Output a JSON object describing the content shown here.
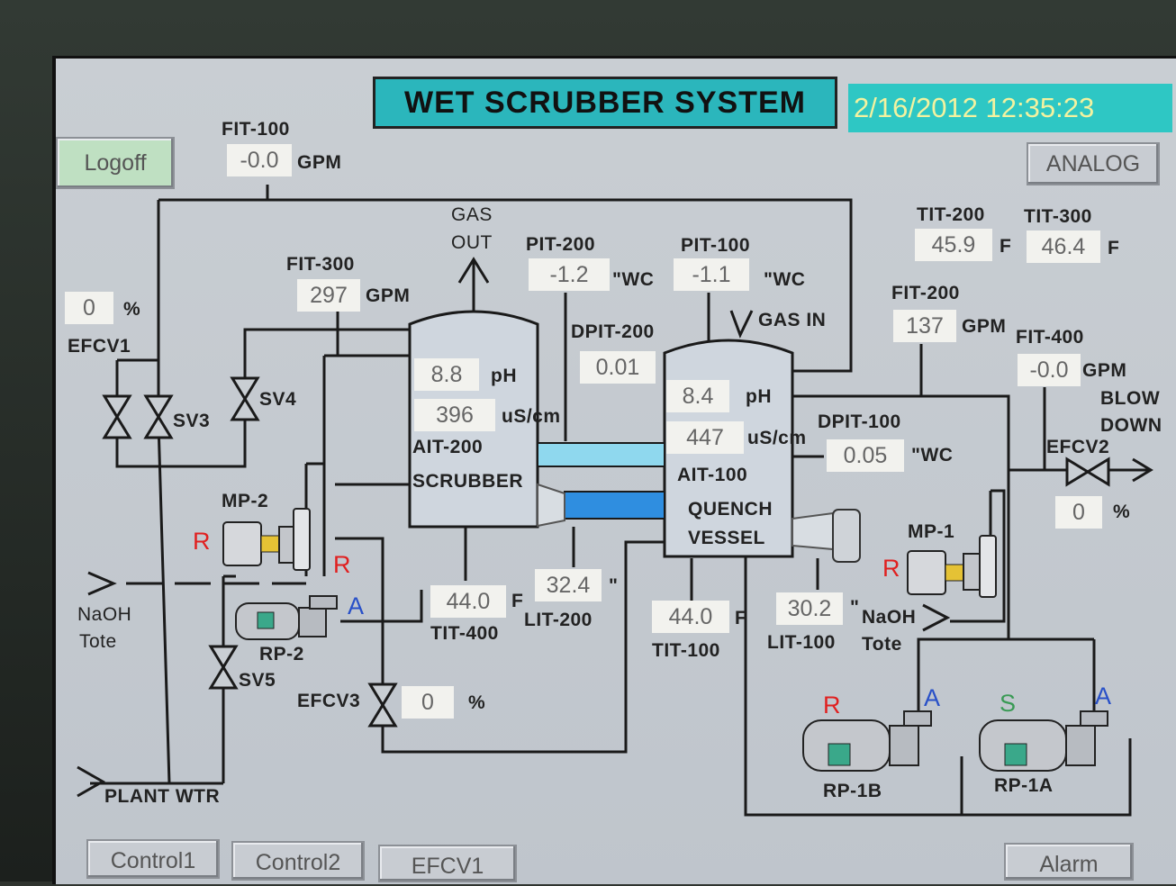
{
  "header": {
    "title": "WET SCRUBBER SYSTEM",
    "datetime": "2/16/2012 12:35:23"
  },
  "buttons": {
    "logoff": "Logoff",
    "analog": "ANALOG",
    "control1": "Control1",
    "control2": "Control2",
    "efcv1": "EFCV1",
    "alarm": "Alarm"
  },
  "instruments": {
    "fit100": {
      "tag": "FIT-100",
      "value": "-0.0",
      "unit": "GPM"
    },
    "fit300": {
      "tag": "FIT-300",
      "value": "297",
      "unit": "GPM"
    },
    "pit200": {
      "tag": "PIT-200",
      "value": "-1.2",
      "unit": "\"WC"
    },
    "pit100": {
      "tag": "PIT-100",
      "value": "-1.1",
      "unit": "\"WC"
    },
    "dpit200": {
      "tag": "DPIT-200",
      "value": "0.01"
    },
    "dpit100": {
      "tag": "DPIT-100",
      "value": "0.05",
      "unit": "\"WC"
    },
    "tit200": {
      "tag": "TIT-200",
      "value": "45.9",
      "unit": "F"
    },
    "tit300": {
      "tag": "TIT-300",
      "value": "46.4",
      "unit": "F"
    },
    "fit200": {
      "tag": "FIT-200",
      "value": "137",
      "unit": "GPM"
    },
    "fit400": {
      "tag": "FIT-400",
      "value": "-0.0",
      "unit": "GPM"
    },
    "efcv1": {
      "tag": "EFCV1",
      "value": "0",
      "unit": "%"
    },
    "efcv2": {
      "tag": "EFCV2",
      "value": "0",
      "unit": "%"
    },
    "efcv3": {
      "tag": "EFCV3",
      "value": "0",
      "unit": "%"
    },
    "ait200": {
      "tag": "AIT-200",
      "ph": "8.8",
      "ph_unit": "pH",
      "cond": "396",
      "cond_unit": "uS/cm"
    },
    "ait100": {
      "tag": "AIT-100",
      "ph": "8.4",
      "ph_unit": "pH",
      "cond": "447",
      "cond_unit": "uS/cm"
    },
    "tit400": {
      "tag": "TIT-400",
      "value": "44.0",
      "unit": "F"
    },
    "tit100": {
      "tag": "TIT-100",
      "value": "44.0",
      "unit": "F"
    },
    "lit200": {
      "tag": "LIT-200",
      "value": "32.4",
      "unit": "\""
    },
    "lit100": {
      "tag": "LIT-100",
      "value": "30.2",
      "unit": "\""
    }
  },
  "labels": {
    "gas_out_1": "GAS",
    "gas_out_2": "OUT",
    "gas_in": "GAS IN",
    "scrubber": "SCRUBBER",
    "quench_1": "QUENCH",
    "quench_2": "VESSEL",
    "blow_1": "BLOW",
    "blow_2": "DOWN",
    "naoh_left_1": "NaOH",
    "naoh_left_2": "Tote",
    "naoh_right": "NaOH",
    "tote_right": "Tote",
    "plant_wtr": "PLANT WTR",
    "sv3": "SV3",
    "sv4": "SV4",
    "sv5": "SV5",
    "mp2": "MP-2",
    "mp1": "MP-1",
    "rp2": "RP-2",
    "rp1b": "RP-1B",
    "rp1a": "RP-1A"
  },
  "status": {
    "mp2_mode": "R",
    "rp2_mode_r": "R",
    "rp2_mode_a": "A",
    "mp1_mode": "R",
    "rp1b_mode_r": "R",
    "rp1b_mode_a": "A",
    "rp1a_mode_s": "S",
    "rp1a_mode_a": "A"
  },
  "colors": {
    "title_bg": "#2bb6bc",
    "clock_bg": "#2ec7c4",
    "light_duct": "#8fd8ee",
    "dark_duct": "#2f8ee0",
    "status_run": "#e02020",
    "status_auto": "#2850c8",
    "status_standby": "#3a9a55"
  }
}
